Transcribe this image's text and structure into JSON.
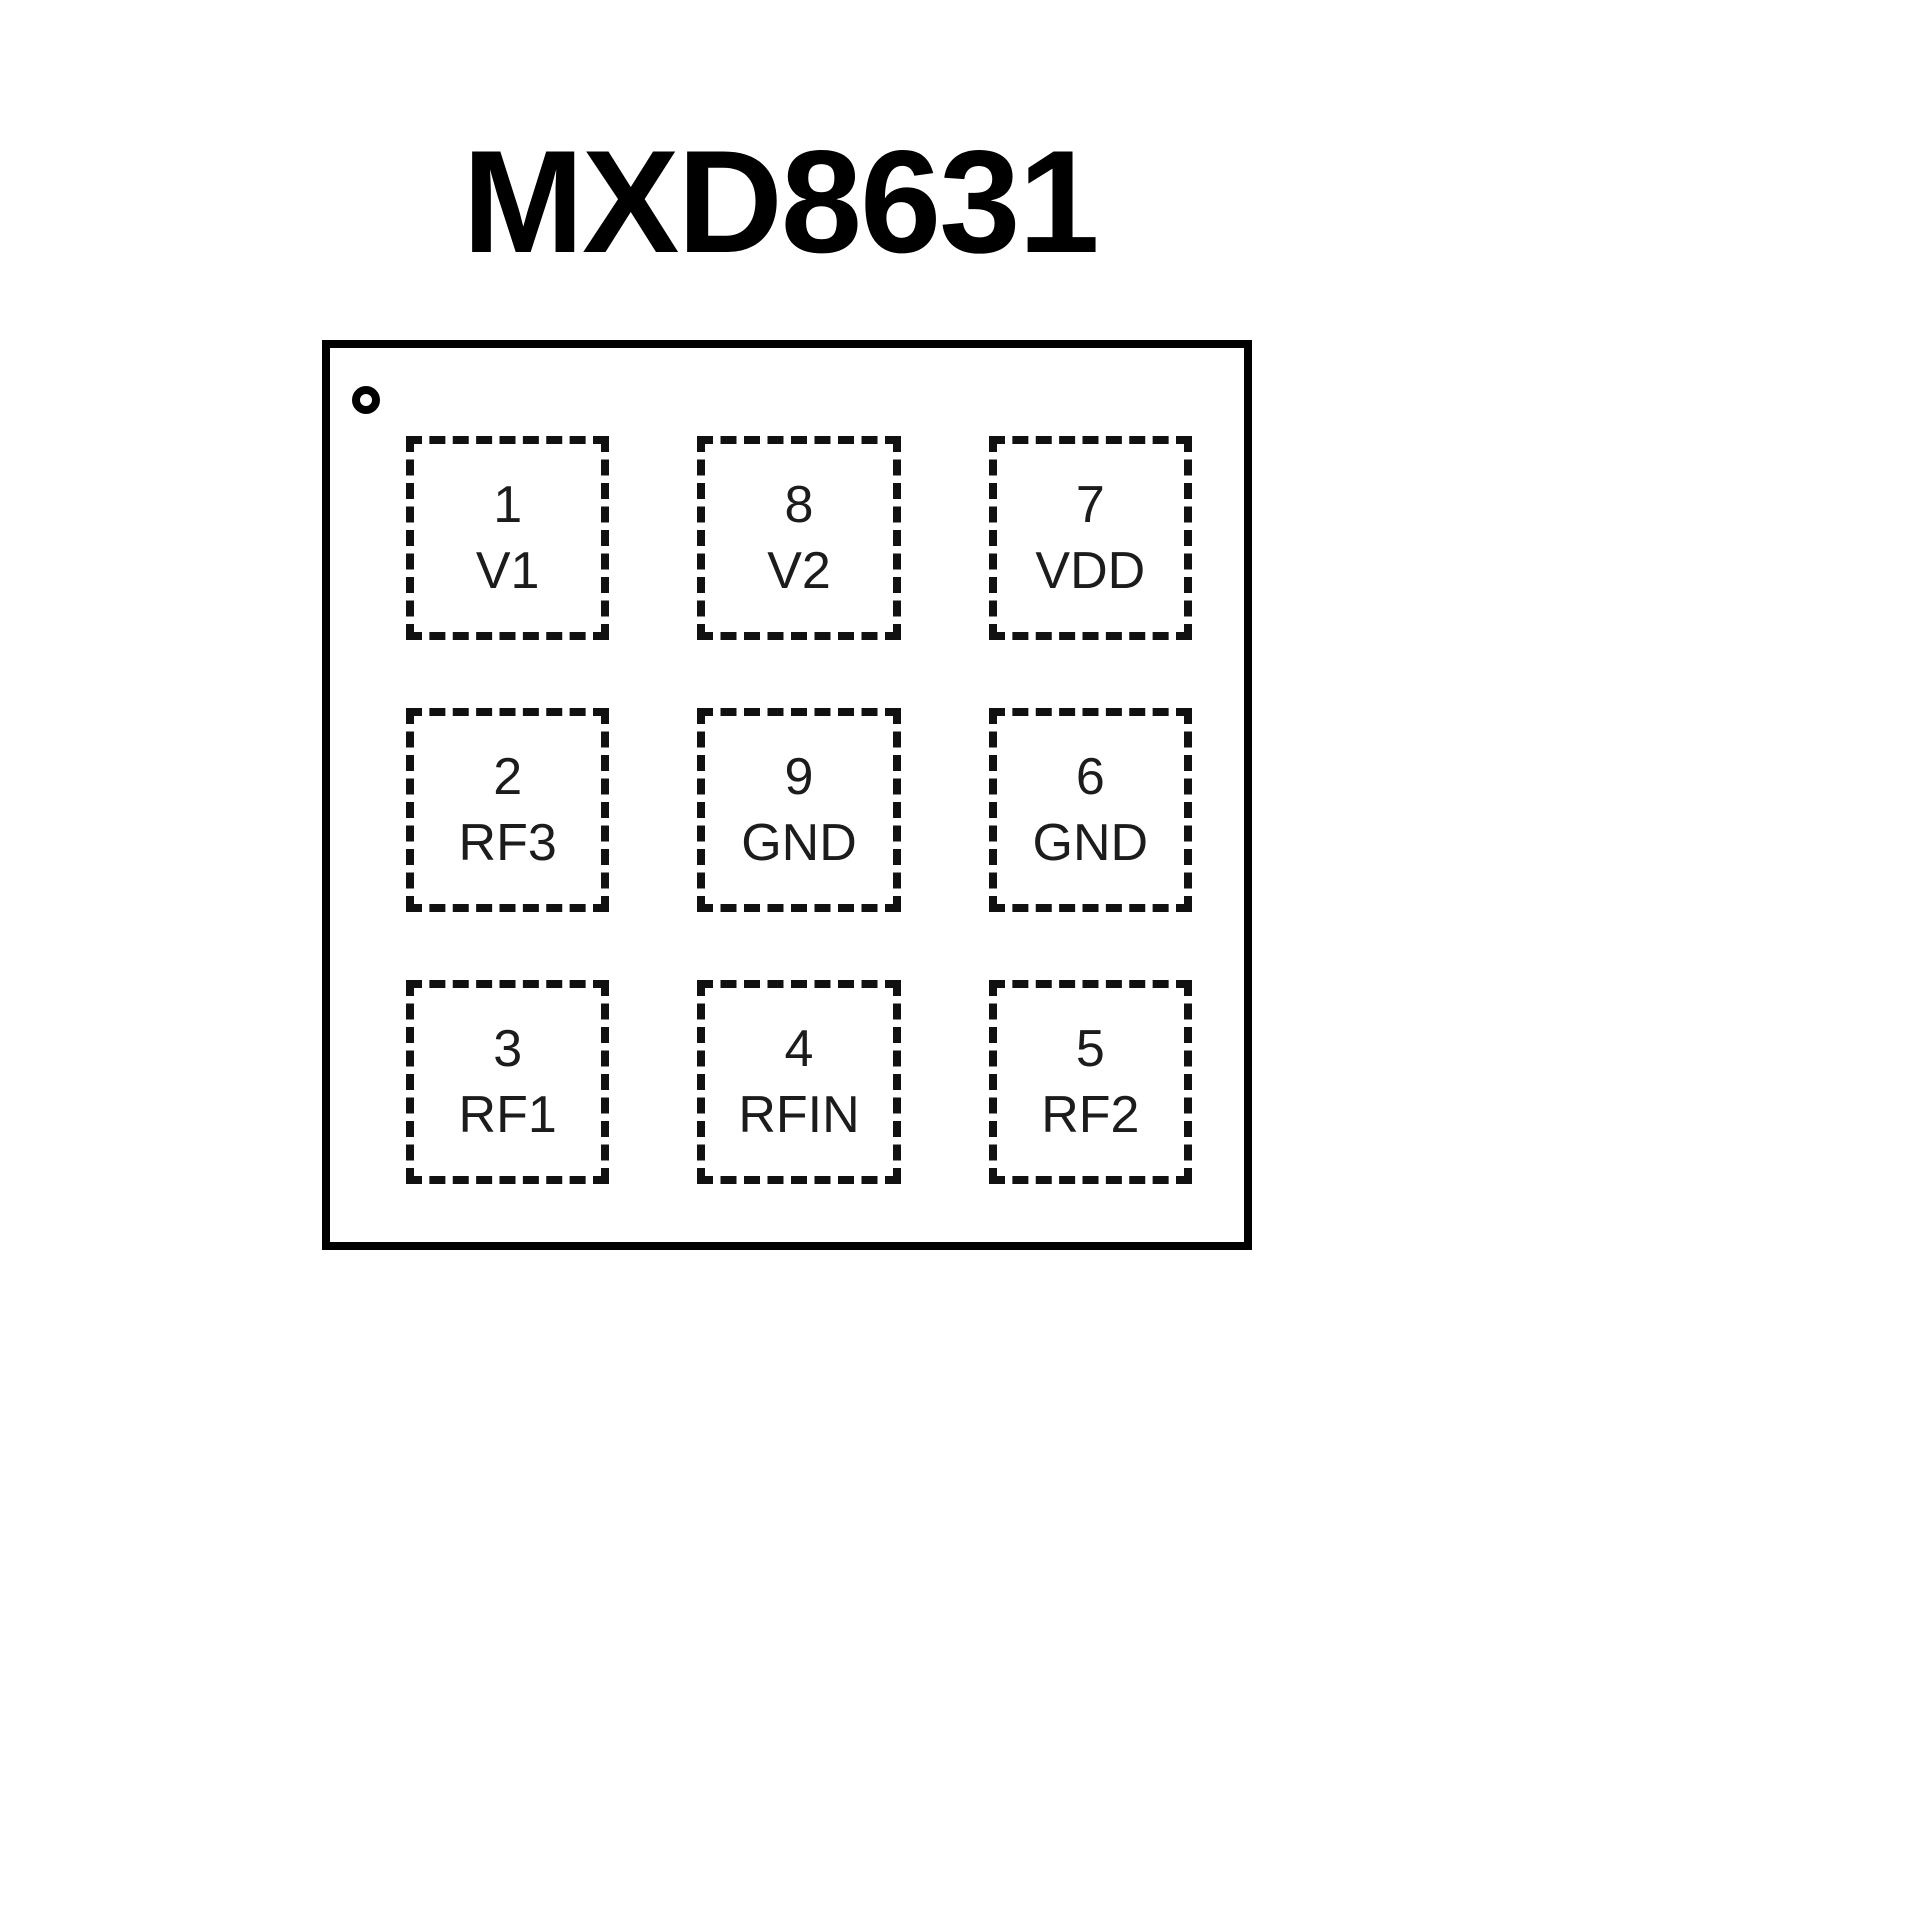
{
  "title": "MXD8631",
  "package": {
    "marker": "pin1-orientation-dot",
    "pins": [
      {
        "number": "1",
        "name": "V1"
      },
      {
        "number": "8",
        "name": "V2"
      },
      {
        "number": "7",
        "name": "VDD"
      },
      {
        "number": "2",
        "name": "RF3"
      },
      {
        "number": "9",
        "name": "GND"
      },
      {
        "number": "6",
        "name": "GND"
      },
      {
        "number": "3",
        "name": "RF1"
      },
      {
        "number": "4",
        "name": "RFIN"
      },
      {
        "number": "5",
        "name": "RF2"
      }
    ]
  },
  "colors": {
    "ink": "#000000",
    "background": "#ffffff"
  }
}
